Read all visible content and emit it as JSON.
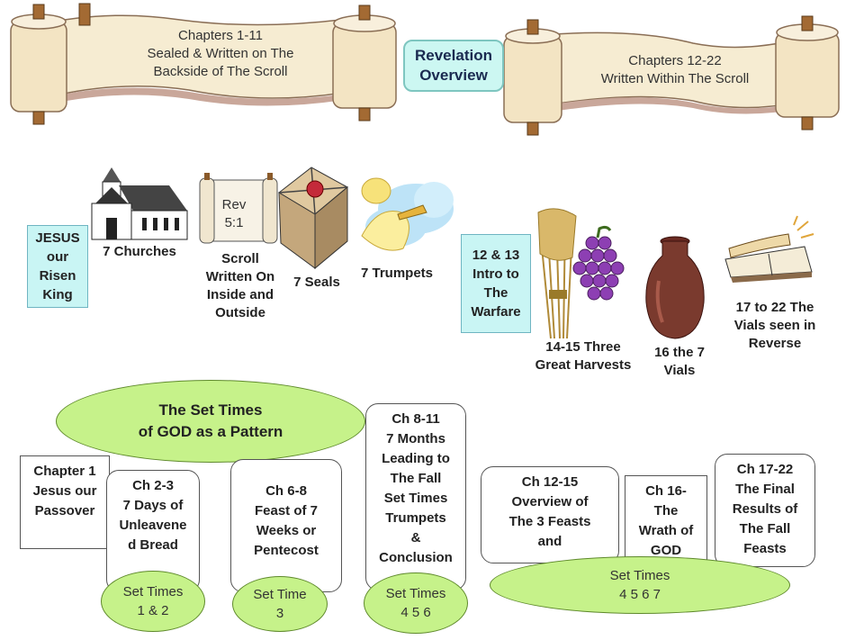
{
  "banner": {
    "left_scroll": [
      "Chapters 1-11",
      "Sealed & Written on The",
      "Backside of The Scroll"
    ],
    "title": [
      "Revelation",
      "Overview"
    ],
    "right_scroll": [
      "Chapters 12-22",
      "Written Within The Scroll"
    ]
  },
  "row1": {
    "jesus_box": [
      "JESUS",
      "our",
      "Risen",
      "King"
    ],
    "churches_label": "7 Churches",
    "scroll_ref": [
      "Rev",
      "5:1"
    ],
    "scroll_label": [
      "Scroll",
      "Written On",
      "Inside and",
      "Outside"
    ],
    "seals_label": "7 Seals",
    "trumpets_label": "7 Trumpets",
    "warfare_box": [
      "12 & 13",
      "Intro to",
      "The",
      "Warfare"
    ],
    "harvests_label": [
      "14-15 Three",
      "Great Harvests"
    ],
    "vials_label": [
      "16 the 7",
      "Vials"
    ],
    "reverse_label": [
      "17 to 22 The",
      "Vials seen in",
      "Reverse"
    ]
  },
  "pattern": {
    "title": [
      "The Set Times",
      "of GOD as a Pattern"
    ],
    "boxes": [
      [
        "Chapter 1",
        "Jesus our",
        "Passover"
      ],
      [
        "Ch 2-3",
        "7 Days of",
        "Unleavene",
        "d Bread"
      ],
      [
        "Ch 6-8",
        "Feast of 7",
        "Weeks or",
        "Pentecost"
      ],
      [
        "Ch 8-11",
        "7 Months",
        "Leading to",
        "The Fall",
        "Set Times",
        "Trumpets",
        "&",
        "Conclusion"
      ],
      [
        "Ch 12-15",
        "Overview of",
        "The 3 Feasts",
        "and"
      ],
      [
        "Ch 16-",
        "The",
        "Wrath of",
        "GOD"
      ],
      [
        "Ch 17-22",
        "The Final",
        "Results of",
        "The Fall",
        "Feasts"
      ]
    ],
    "set_times": [
      [
        "Set Times",
        "1 & 2"
      ],
      [
        "Set Time",
        "3"
      ],
      [
        "Set Times",
        "4 5 6"
      ],
      [
        "Set Times",
        "4 5 6 7"
      ]
    ]
  },
  "colors": {
    "scroll_fill": "#f6ecd2",
    "scroll_shadow": "#c9a79a",
    "title_fill": "#ccf7f2",
    "cyan_box": "#c9f5f4",
    "oval_green": "#c6f28a"
  }
}
